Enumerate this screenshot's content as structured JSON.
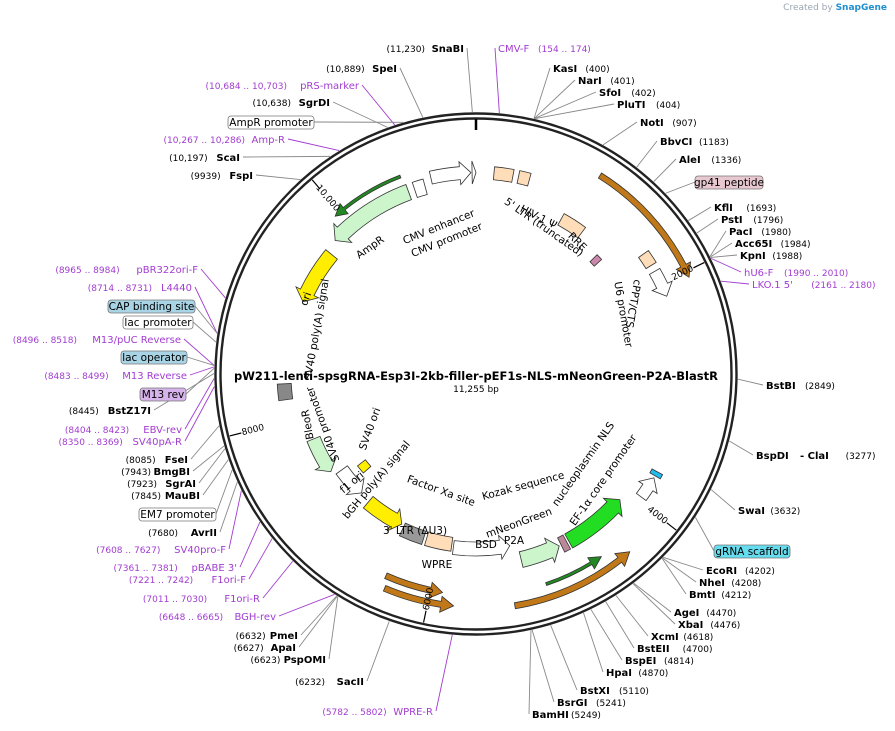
{
  "title": "pW211-lenti-spsgRNA-Esp3I-2kb-filler-pEF1s-NLS-mNeonGreen-P2A-BlastR",
  "length": "11,255 bp",
  "brand": {
    "created_by": "Created by",
    "name": "SnapGene"
  },
  "ticks": [
    "2000",
    "4000",
    "6000",
    "8000",
    "10,000"
  ],
  "enzymes": [
    {
      "name": "SnaBI",
      "pos": "(11,230)"
    },
    {
      "name": "SpeI",
      "pos": "(10,889)"
    },
    {
      "name": "SgrDI",
      "pos": "(10,638)"
    },
    {
      "name": "ScaI",
      "pos": "(10,197)"
    },
    {
      "name": "FspI",
      "pos": "(9939)"
    },
    {
      "name": "KasI",
      "pos": "(400)"
    },
    {
      "name": "NarI",
      "pos": "(401)"
    },
    {
      "name": "SfoI",
      "pos": "(402)"
    },
    {
      "name": "PluTI",
      "pos": "(404)"
    },
    {
      "name": "NotI",
      "pos": "(907)"
    },
    {
      "name": "BbvCI",
      "pos": "(1183)"
    },
    {
      "name": "AleI",
      "pos": "(1336)"
    },
    {
      "name": "KflI",
      "pos": "(1693)"
    },
    {
      "name": "PstI",
      "pos": "(1796)"
    },
    {
      "name": "PacI",
      "pos": "(1980)"
    },
    {
      "name": "Acc65I",
      "pos": "(1984)"
    },
    {
      "name": "KpnI",
      "pos": "(1988)"
    },
    {
      "name": "BstBI",
      "pos": "(2849)"
    },
    {
      "name": "BspDI",
      "pos": ""
    },
    {
      "name": "- ClaI",
      "pos": "(3277)"
    },
    {
      "name": "SwaI",
      "pos": "(3632)"
    },
    {
      "name": "EcoRI",
      "pos": "(4202)"
    },
    {
      "name": "NheI",
      "pos": "(4208)"
    },
    {
      "name": "BmtI",
      "pos": "(4212)"
    },
    {
      "name": "AgeI",
      "pos": "(4470)"
    },
    {
      "name": "XbaI",
      "pos": "(4476)"
    },
    {
      "name": "XcmI",
      "pos": "(4618)"
    },
    {
      "name": "BstEII",
      "pos": "(4700)"
    },
    {
      "name": "BspEI",
      "pos": "(4814)"
    },
    {
      "name": "HpaI",
      "pos": "(4870)"
    },
    {
      "name": "BstXI",
      "pos": "(5110)"
    },
    {
      "name": "BsrGI",
      "pos": "(5241)"
    },
    {
      "name": "BamHI",
      "pos": "(5249)"
    },
    {
      "name": "SacII",
      "pos": "(6232)"
    },
    {
      "name": "PmeI",
      "pos": "(6632)"
    },
    {
      "name": "ApaI",
      "pos": "(6627)"
    },
    {
      "name": "PspOMI",
      "pos": "(6623)"
    },
    {
      "name": "AvrII",
      "pos": "(7680)"
    },
    {
      "name": "MauBI",
      "pos": "(7845)"
    },
    {
      "name": "SgrAI",
      "pos": "(7923)"
    },
    {
      "name": "BmgBI",
      "pos": "(7943)"
    },
    {
      "name": "FseI",
      "pos": "(8085)"
    },
    {
      "name": "BstZ17I",
      "pos": "(8445)"
    }
  ],
  "primers": [
    {
      "name": "CMV-F",
      "range": "(154 .. 174)"
    },
    {
      "name": "pRS-marker",
      "range": "(10,684 .. 10,703)"
    },
    {
      "name": "Amp-R",
      "range": "(10,267 .. 10,286)"
    },
    {
      "name": "hU6-F",
      "range": "(1990 .. 2010)"
    },
    {
      "name": "LKO.1 5'",
      "range": "(2161 .. 2180)"
    },
    {
      "name": "pBR322ori-F",
      "range": "(8965 .. 8984)"
    },
    {
      "name": "L4440",
      "range": "(8714 .. 8731)"
    },
    {
      "name": "M13/pUC Reverse",
      "range": "(8496 .. 8518)"
    },
    {
      "name": "M13 Reverse",
      "range": "(8483 .. 8499)"
    },
    {
      "name": "EBV-rev",
      "range": "(8404 .. 8423)"
    },
    {
      "name": "SV40pA-R",
      "range": "(8350 .. 8369)"
    },
    {
      "name": "SV40pro-F",
      "range": "(7608 .. 7627)"
    },
    {
      "name": "pBABE 3'",
      "range": "(7361 .. 7381)"
    },
    {
      "name": "F1ori-F",
      "range": "(7221 .. 7242)"
    },
    {
      "name": "F1ori-R",
      "range": "(7011 .. 7030)"
    },
    {
      "name": "BGH-rev",
      "range": "(6648 .. 6665)"
    },
    {
      "name": "WPRE-R",
      "range": "(5782 .. 5802)"
    }
  ],
  "boxed_labels": [
    {
      "name": "AmpR promoter"
    },
    {
      "name": "gp41 peptide"
    },
    {
      "name": "CAP binding site"
    },
    {
      "name": "lac promoter"
    },
    {
      "name": "lac operator"
    },
    {
      "name": "M13 rev"
    },
    {
      "name": "EM7 promoter"
    },
    {
      "name": "gRNA scaffold"
    }
  ],
  "features": [
    "CMV enhancer",
    "CMV promoter",
    "HIV-1 Ψ",
    "5' LTR (truncated)",
    "RRE",
    "cPPT/CTS",
    "U6 promoter",
    "AmpR",
    "ori",
    "SV40 poly(A) signal",
    "SV40 promoter",
    "BleoR",
    "SV40 ori",
    "f1 ori",
    "bGH poly(A) signal",
    "3' LTR (ΔU3)",
    "Factor Xa site",
    "Kozak sequence",
    "nucleoplasmin NLS",
    "EF-1α core promoter",
    "mNeonGreen",
    "BSD",
    "P2A",
    "WPRE"
  ],
  "colors": {
    "primer": "#a23cd0",
    "ampr": "#ccf5cc",
    "ori": "#ffee00",
    "promoter": "#ffffff",
    "ltr": "#ffddb8",
    "mneongreen": "#22dd22",
    "gp41_box": "#e8c8d0",
    "cyan_box": "#66ddee",
    "lac_box": "#a8d4e6",
    "orange_arrow": "#c07818"
  }
}
